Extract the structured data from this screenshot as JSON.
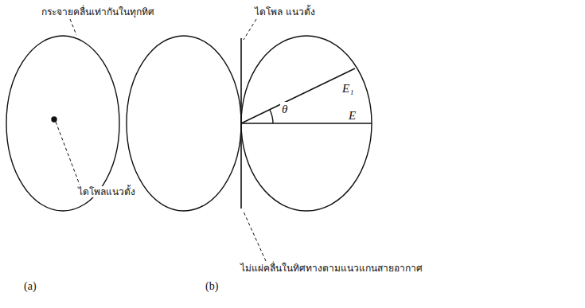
{
  "diagram": {
    "labels": [
      "กระจายคลื่นเท่ากันในทุกทิศ",
      "ไดโพลแนวตั้ง",
      "(a)",
      "ไดโพล แนวตั้ง",
      "θ",
      "E₁",
      "E",
      "ไม่แผ่คลื่นในทิศทางตามแนวแกนสายอากาศ",
      "(b)"
    ]
  }
}
